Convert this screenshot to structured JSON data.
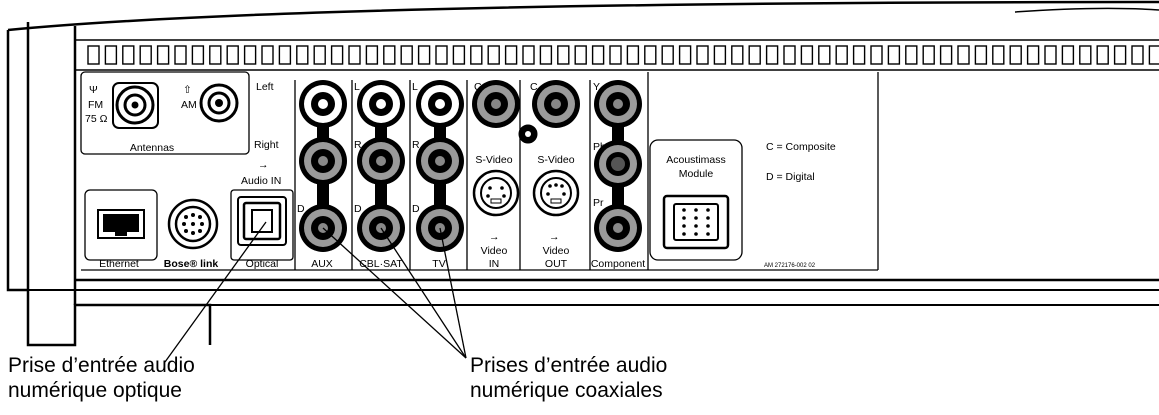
{
  "panel": {
    "antennas": {
      "fm_label": "FM",
      "fm_ohm": "75 Ω",
      "am_label": "AM",
      "group_label": "Antennas"
    },
    "audio_inputs": {
      "left_label": "Left",
      "right_label": "Right",
      "audio_in_label": "Audio IN",
      "aux_label": "AUX",
      "cbl_sat_label": "CBL·SAT",
      "tv_label": "TV",
      "l_marks": [
        "L",
        "L"
      ],
      "r_marks": [
        "R",
        "R"
      ],
      "d_marks": [
        "D",
        "D",
        "D"
      ]
    },
    "ports": {
      "ethernet_label": "Ethernet",
      "bose_link_label": "Bose® link",
      "optical_label": "Optical"
    },
    "video": {
      "c_marks": [
        "C",
        "C"
      ],
      "svideo_in_label": "S-Video",
      "svideo_out_label": "S-Video",
      "video_in_label": [
        "Video",
        "IN"
      ],
      "video_out_label": [
        "Video",
        "OUT"
      ]
    },
    "component": {
      "y_label": "Y",
      "pb_label": "Pb",
      "pr_label": "Pr",
      "group_label": "Component"
    },
    "acoustimass": {
      "label_line1": "Acoustimass",
      "label_line2": "Module"
    },
    "legend": {
      "composite": "C = Composite",
      "digital": "D = Digital"
    },
    "part_number": "AM 272176-002 02"
  },
  "callouts": {
    "optical": [
      "Prise d’entrée audio",
      "numérique optique"
    ],
    "coaxial": [
      "Prises d’entrée audio",
      "numérique coaxiales"
    ]
  }
}
